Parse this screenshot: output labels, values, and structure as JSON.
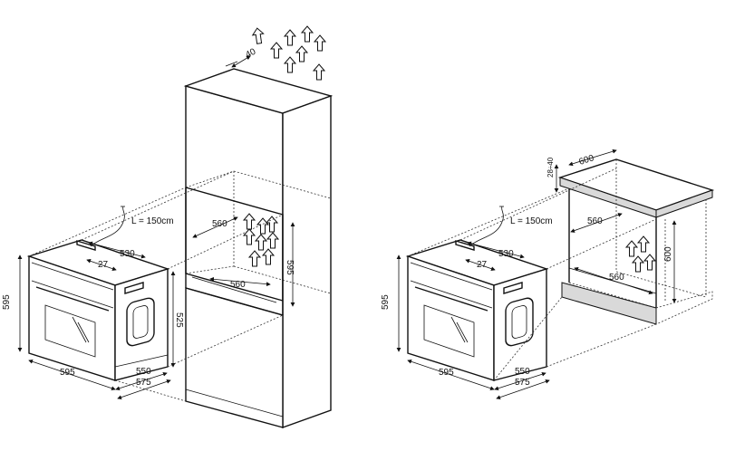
{
  "left_installation": {
    "cable_label": "L = 150cm",
    "oven_height": "595",
    "oven_width": "595",
    "oven_depth_top": "530",
    "panel_thickness": "27",
    "cutout_depth": "550",
    "total_depth": "575",
    "side_height": "525",
    "niche_depth": "560",
    "niche_bottom_depth": "560",
    "niche_height": "595",
    "vent_gap": "40"
  },
  "right_installation": {
    "cable_label": "L = 150cm",
    "oven_height": "595",
    "oven_width": "595",
    "oven_depth_top": "530",
    "panel_thickness": "27",
    "cutout_depth": "550",
    "total_depth": "575",
    "worktop_depth": "600",
    "worktop_gap": "28÷40",
    "niche_depth": "560",
    "niche_bottom_depth": "560",
    "niche_height": "600"
  }
}
